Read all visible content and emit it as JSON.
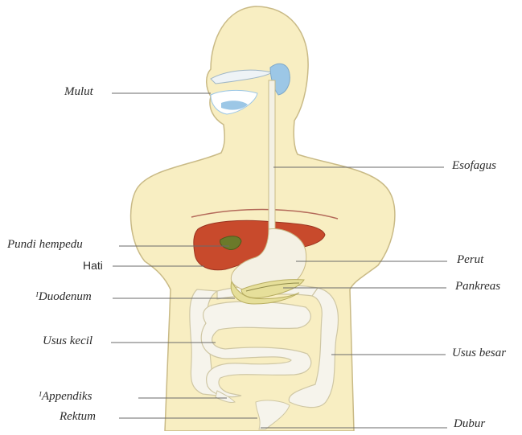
{
  "diagram": {
    "labels_left": {
      "mulut": "Mulut",
      "pundi_hempedu": "Pundi hempedu",
      "hati": "Hati",
      "duodenum": "ᴵDuodenum",
      "usus_kecil": "Usus kecil",
      "appendiks": "ᴵAppendiks",
      "rektum": "Rektum"
    },
    "labels_right": {
      "esofagus": "Esofagus",
      "perut": "Perut",
      "pankreas": "Pankreas",
      "usus_besar": "Usus besar",
      "dubur": "Dubur"
    },
    "colors": {
      "body": "#f8eec2",
      "body_outline": "#c9ba86",
      "liver": "#c84a2c",
      "liver_dark": "#9a3320",
      "gallbladder": "#6b7a2a",
      "stomach": "#f4f1e4",
      "pancreas": "#e6df9a",
      "intestine": "#f6f4ec",
      "intestine_outline": "#cfc7a4",
      "mouth_blue": "#9cc7e6",
      "leader_line": "#6a6a6a",
      "diaphragm": "#b46a5a"
    }
  }
}
